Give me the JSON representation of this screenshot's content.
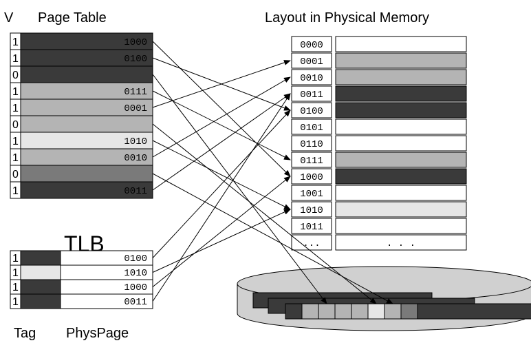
{
  "labels": {
    "v_header": "V",
    "page_table_title": "Page Table",
    "physical_title": "Layout in Physical Memory",
    "tlb_title": "TLB",
    "tag_label": "Tag",
    "physpage_label": "PhysPage"
  },
  "colors": {
    "dark": "#3a3a3a",
    "medium": "#7a7a7a",
    "light": "#b4b4b4",
    "verylight": "#e6e6e6",
    "white": "#ffffff",
    "line": "#000000"
  },
  "page_table": [
    {
      "v": "1",
      "page": "1000",
      "shade": "dark"
    },
    {
      "v": "1",
      "page": "0100",
      "shade": "dark"
    },
    {
      "v": "0",
      "page": "",
      "shade": "dark"
    },
    {
      "v": "1",
      "page": "0111",
      "shade": "light"
    },
    {
      "v": "1",
      "page": "0001",
      "shade": "light"
    },
    {
      "v": "0",
      "page": "",
      "shade": "light"
    },
    {
      "v": "1",
      "page": "1010",
      "shade": "verylight"
    },
    {
      "v": "1",
      "page": "0010",
      "shade": "light"
    },
    {
      "v": "0",
      "page": "",
      "shade": "medium"
    },
    {
      "v": "1",
      "page": "0011",
      "shade": "dark"
    }
  ],
  "physical_memory": [
    {
      "addr": "0000",
      "shade": "white"
    },
    {
      "addr": "0001",
      "shade": "light"
    },
    {
      "addr": "0010",
      "shade": "light"
    },
    {
      "addr": "0011",
      "shade": "dark"
    },
    {
      "addr": "0100",
      "shade": "dark"
    },
    {
      "addr": "0101",
      "shade": "white"
    },
    {
      "addr": "0110",
      "shade": "white"
    },
    {
      "addr": "0111",
      "shade": "light"
    },
    {
      "addr": "1000",
      "shade": "dark"
    },
    {
      "addr": "1001",
      "shade": "white"
    },
    {
      "addr": "1010",
      "shade": "verylight"
    },
    {
      "addr": "1011",
      "shade": "white"
    },
    {
      "addr": "...",
      "shade": "white",
      "content": ". . ."
    }
  ],
  "tlb": [
    {
      "v": "1",
      "tag_shade": "dark",
      "page": "0100"
    },
    {
      "v": "1",
      "tag_shade": "verylight",
      "page": "1010"
    },
    {
      "v": "1",
      "tag_shade": "dark",
      "page": "1000"
    },
    {
      "v": "1",
      "tag_shade": "dark",
      "page": "0011"
    }
  ],
  "disk_sectors": [
    "dark",
    "light",
    "light",
    "light",
    "light",
    "verylight",
    "light",
    "medium"
  ]
}
